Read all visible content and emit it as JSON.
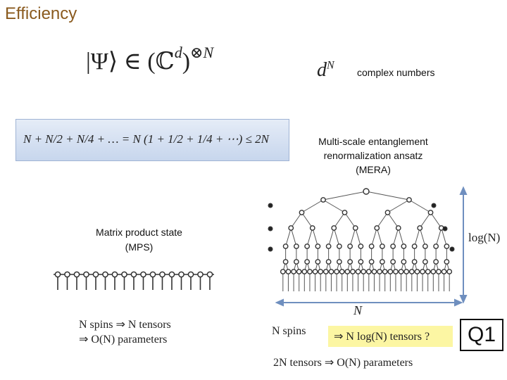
{
  "title": "Efficiency",
  "hilbert": {
    "psi": "|Ψ⟩ ∈ (ℂ",
    "d": "d",
    "close": ")",
    "tensor_power": "⊗N"
  },
  "dim": {
    "base": "d",
    "exp": "N",
    "label": "complex numbers"
  },
  "series_formula": "N + N/2 + N/4 + … = N (1 + 1/2 + 1/4 + ⋯) ≤ 2N",
  "mera": {
    "caption_line1": "Multi-scale entanglement",
    "caption_line2": "renormalization ansatz",
    "caption_line3": "(MERA)",
    "height_label": "log(N)",
    "width_label": "N",
    "spins_label": "N spins",
    "tensors_label": "⇒ N log(N) tensors ?",
    "params_label": "2N tensors ⇒ O(N) parameters"
  },
  "mps": {
    "caption_line1": "Matrix product state",
    "caption_line2": "(MPS)",
    "line1": "N spins ⇒ N tensors",
    "line2": "⇒ O(N) parameters"
  },
  "question": "Q1",
  "colors": {
    "title": "#8a5a1e",
    "box_blue": "#c7d6ed",
    "box_yellow": "#fcf6a3",
    "arrow_blue": "#6f8fbf"
  }
}
